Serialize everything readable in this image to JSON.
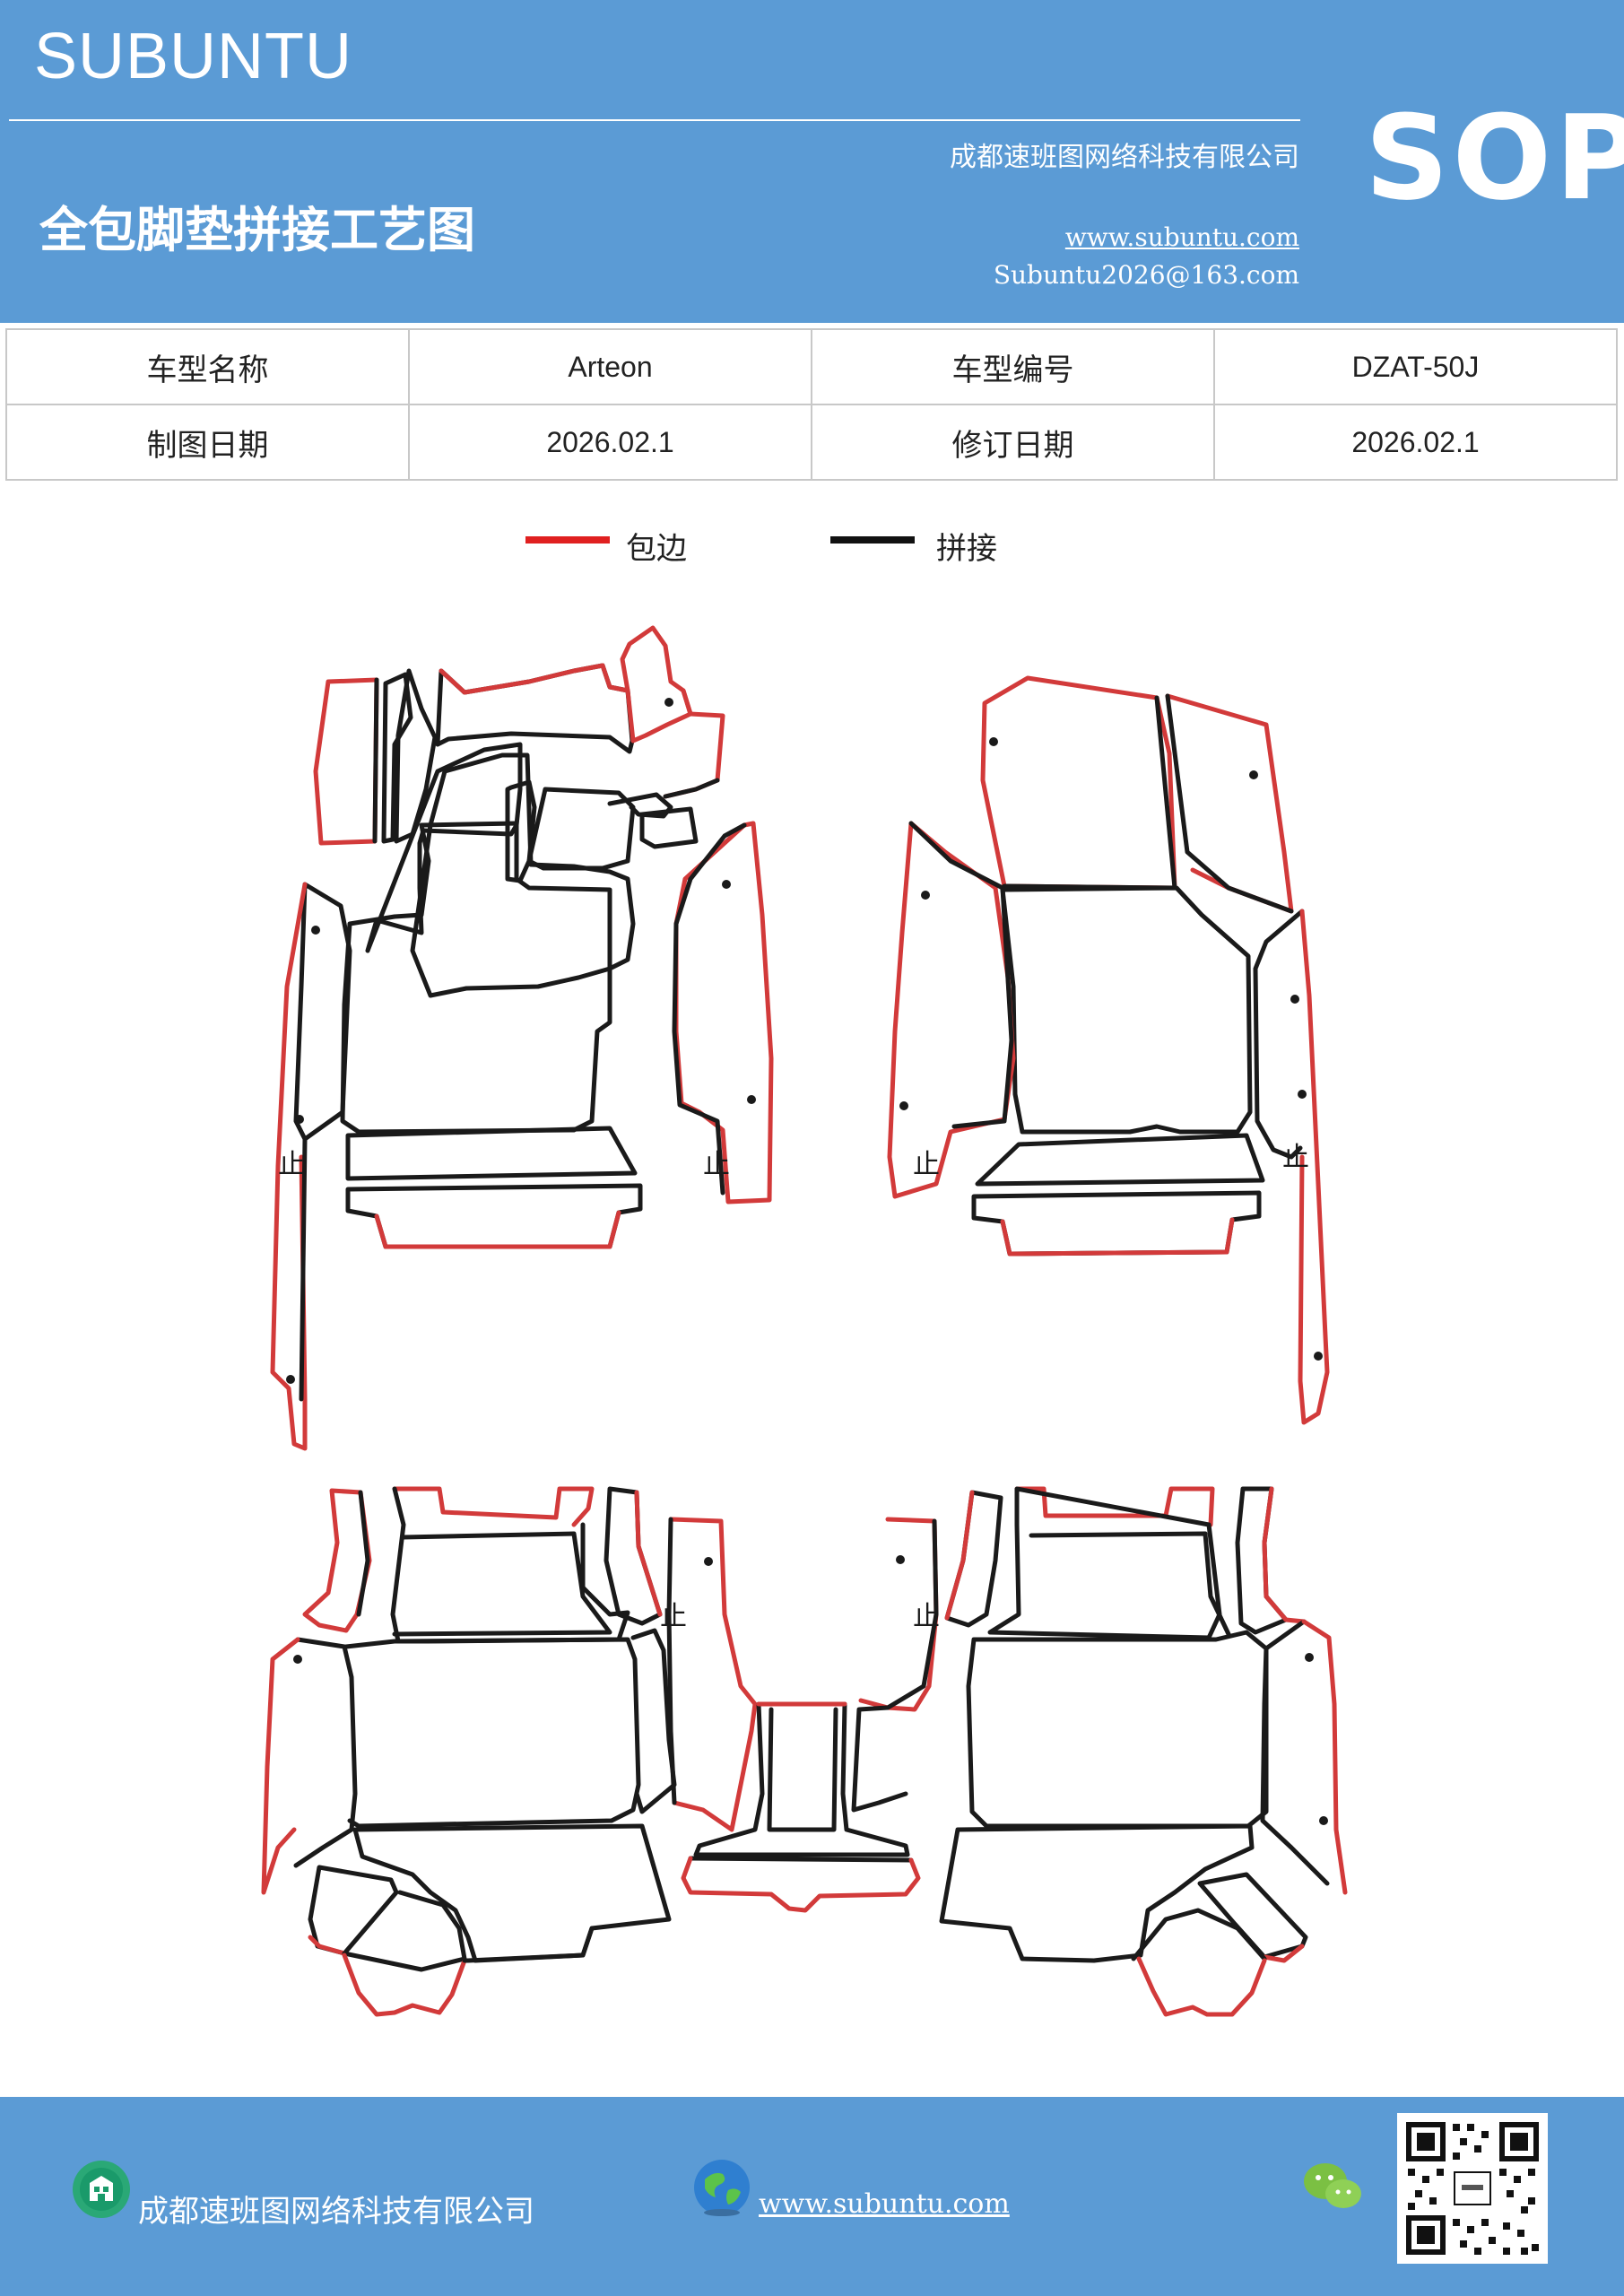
{
  "header": {
    "brand": "SUBUNTU",
    "company": "成都速班图网络科技有限公司",
    "title": "全包脚垫拼接工艺图",
    "website": "www.subuntu.com",
    "email": "Subuntu2026@163.com",
    "badge": "SOP",
    "background_color": "#5b9bd5"
  },
  "info_table": {
    "rows": [
      {
        "label1": "车型名称",
        "value1": "Arteon",
        "label2": "车型编号",
        "value2": "DZAT-50J"
      },
      {
        "label1": "制图日期",
        "value1": "2026.02.1",
        "label2": "修订日期",
        "value2": "2026.02.1"
      }
    ]
  },
  "legend": {
    "items": [
      {
        "label": "包边",
        "color": "#e02020"
      },
      {
        "label": "拼接",
        "color": "#111111"
      }
    ]
  },
  "drawing": {
    "marker_label": "止",
    "edge_color": "#d23a3a",
    "seam_color": "#1a1a1a"
  },
  "footer": {
    "company": "成都速班图网络科技有限公司",
    "website": "www.subuntu.com",
    "icons": [
      "building-icon",
      "globe-icon",
      "wechat-icon",
      "qr-code"
    ]
  }
}
